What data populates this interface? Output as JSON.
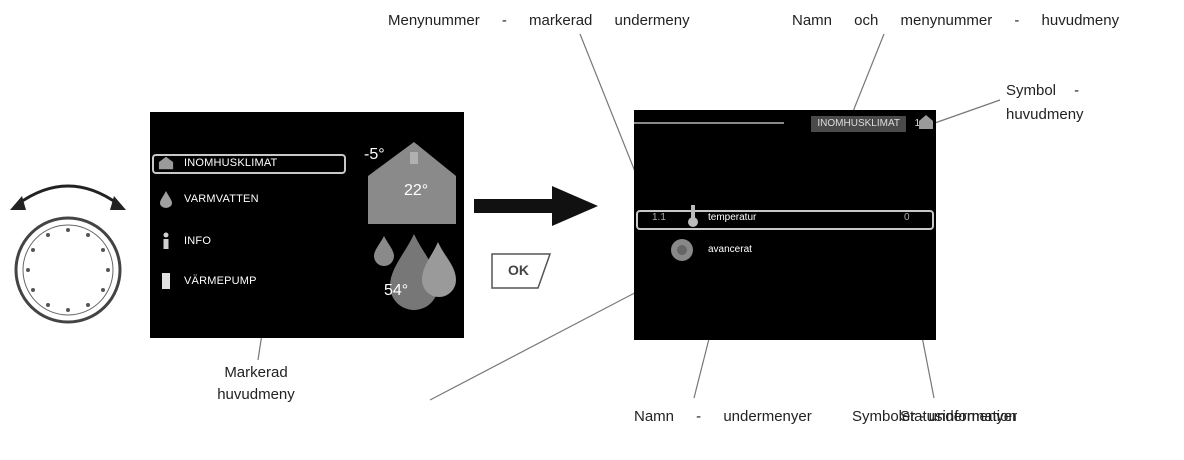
{
  "callouts": {
    "menu_number": "Menynummer - markerad undermeny",
    "name_main": "Namn och menynummer - huvudmeny",
    "symbol_main_line1": "Symbol -",
    "symbol_main_line2": "huvudmeny",
    "marked_main_line1": "Markerad",
    "marked_main_line2": "huvudmeny",
    "name_sub": "Namn - undermenyer",
    "symbol_sub": "Symboler - undermenyer",
    "status_info": "Statusinformation"
  },
  "main_menu": {
    "items": [
      {
        "label": "INOMHUSKLIMAT",
        "icon": "house-icon"
      },
      {
        "label": "VARMVATTEN",
        "icon": "water-drop-icon"
      },
      {
        "label": "INFO",
        "icon": "info-icon"
      },
      {
        "label": "VÄRMEPUMP",
        "icon": "heat-pump-icon"
      }
    ],
    "outdoor_temp": "-5°",
    "indoor_temp": "22°",
    "water_temp": "54°"
  },
  "ok_button": {
    "label": "OK"
  },
  "sub_menu": {
    "header_title": "INOMHUSKLIMAT",
    "header_number": "1",
    "items": [
      {
        "number": "1.1",
        "label": "temperatur",
        "status": "0",
        "icon": "thermometer-icon"
      },
      {
        "label": "avancerat",
        "icon": "gear-ball-icon"
      }
    ]
  },
  "colors": {
    "screen": "#000000",
    "frame": "#c8c8c8",
    "house": "#8a8a8a"
  }
}
